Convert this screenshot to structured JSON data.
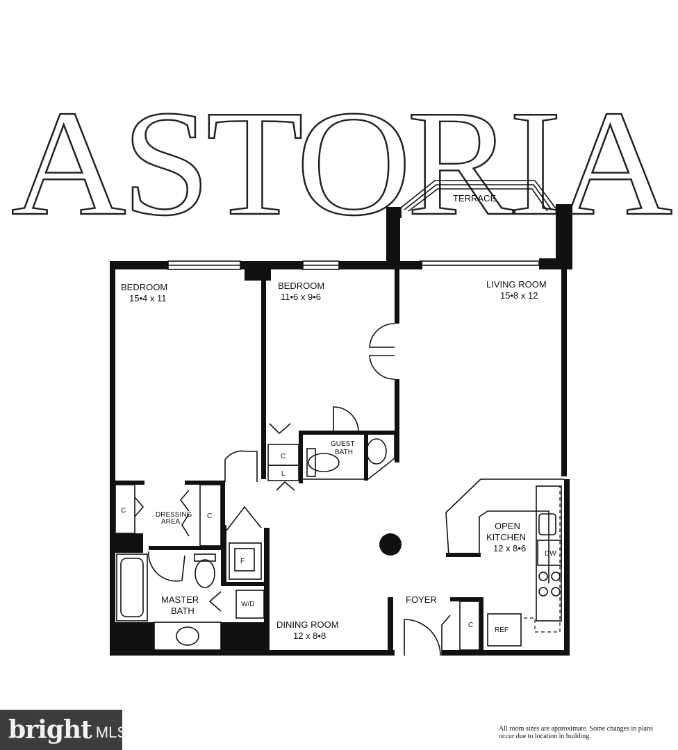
{
  "title": "ASTORIA",
  "rooms": [
    {
      "id": "bedroom-1",
      "name": "BEDROOM",
      "size": "15•4 x 11"
    },
    {
      "id": "bedroom-2",
      "name": "BEDROOM",
      "size": "11•6 x 9•6"
    },
    {
      "id": "living-room",
      "name": "LIVING ROOM",
      "size": "15•8 x 12"
    },
    {
      "id": "terrace",
      "name": "TERRACE"
    },
    {
      "id": "guest-bath",
      "name_line1": "GUEST",
      "name_line2": "BATH"
    },
    {
      "id": "dressing-area",
      "name_line1": "DRESSING",
      "name_line2": "AREA"
    },
    {
      "id": "open-kitchen",
      "name_line1": "OPEN",
      "name_line2": "KITCHEN",
      "size": "12 x 8•6"
    },
    {
      "id": "master-bath",
      "name_line1": "MASTER",
      "name_line2": "BATH"
    },
    {
      "id": "foyer",
      "name": "FOYER"
    },
    {
      "id": "dining-room",
      "name": "DINING ROOM",
      "size": "12 x 8•8"
    }
  ],
  "fixtures": {
    "closet": "C",
    "linen": "L",
    "furnace": "F",
    "washer_dryer": "W/D",
    "dishwasher": "DW",
    "refrigerator": "REF"
  },
  "disclaimer": "All room sizes are approximate. Some changes in plans occur due to location in building.",
  "watermark": {
    "brand": "bright",
    "suffix": "MLS"
  }
}
